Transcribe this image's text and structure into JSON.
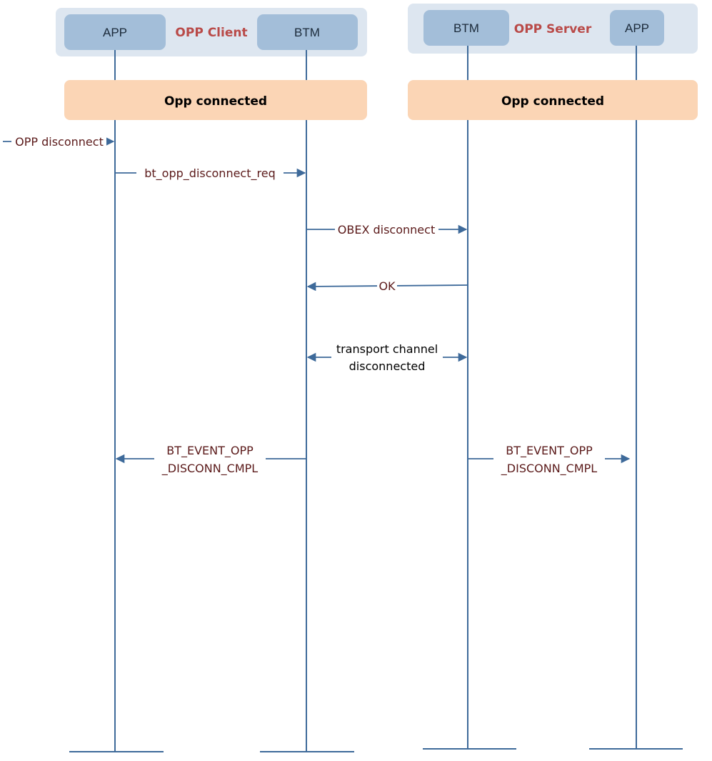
{
  "groups": {
    "client": {
      "title": "OPP Client",
      "left_entity": "APP",
      "right_entity": "BTM",
      "state": "Opp connected"
    },
    "server": {
      "title": "OPP Server",
      "left_entity": "BTM",
      "right_entity": "APP",
      "state": "Opp connected"
    }
  },
  "messages": {
    "m1": "OPP disconnect",
    "m2": "bt_opp_disconnect_req",
    "m3": "OBEX disconnect",
    "m4": "OK",
    "m5_line1": "transport channel",
    "m5_line2": "disconnected",
    "m6_line1": "BT_EVENT_OPP",
    "m6_line2": "_DISCONN_CMPL",
    "m7_line1": "BT_EVENT_OPP",
    "m7_line2": "_DISCONN_CMPL"
  },
  "colors": {
    "lifeline": "#3e6a9a",
    "entity_box": "#a3bed9",
    "group_box": "#dde6f0",
    "state_box": "#fbd5b5",
    "group_title": "#b94a48",
    "message_text": "#5b1a1a"
  }
}
